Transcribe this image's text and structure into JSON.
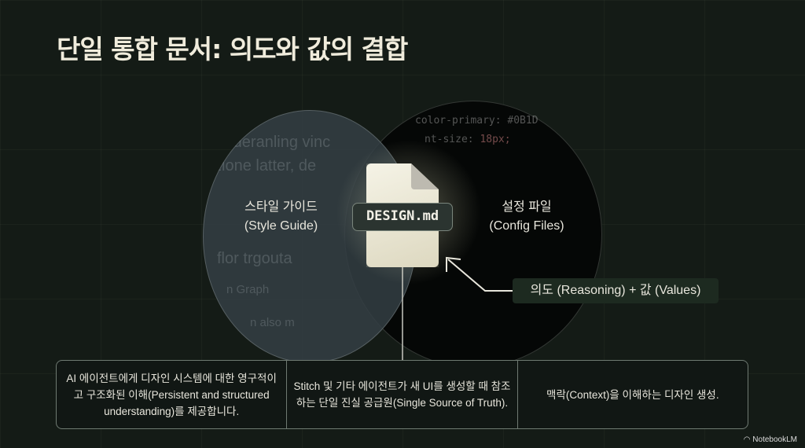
{
  "title": "단일 통합 문서: 의도와 값의 결합",
  "left_circle": {
    "label_ko": "스타일 가이드",
    "label_en": "(Style Guide)",
    "background_text": [
      "u deranling vinc",
      "zione latter, de",
      "flor trgouta",
      "n Graph",
      "n also m"
    ]
  },
  "right_circle": {
    "label_ko": "설정 파일",
    "label_en": "(Config Files)",
    "code_lines": [
      {
        "key": "color-primary: ",
        "value": "#0B1D"
      },
      {
        "key": "nt-size: ",
        "value": "18px;"
      }
    ]
  },
  "center": {
    "file_name": "DESIGN.md"
  },
  "callout": "의도 (Reasoning) + 값 (Values)",
  "benefits": [
    "AI 에이전트에게 디자인 시스템에 대한 영구적이고 구조화된 이해(Persistent and structured understanding)를 제공합니다.",
    "Stitch 및 기타 에이전트가 새 UI를 생성할 때 참조하는 단일 진실 공급원(Single Source of Truth).",
    "맥락(Context)을 이해하는 디자인 생성."
  ],
  "branding": "NotebookLM"
}
